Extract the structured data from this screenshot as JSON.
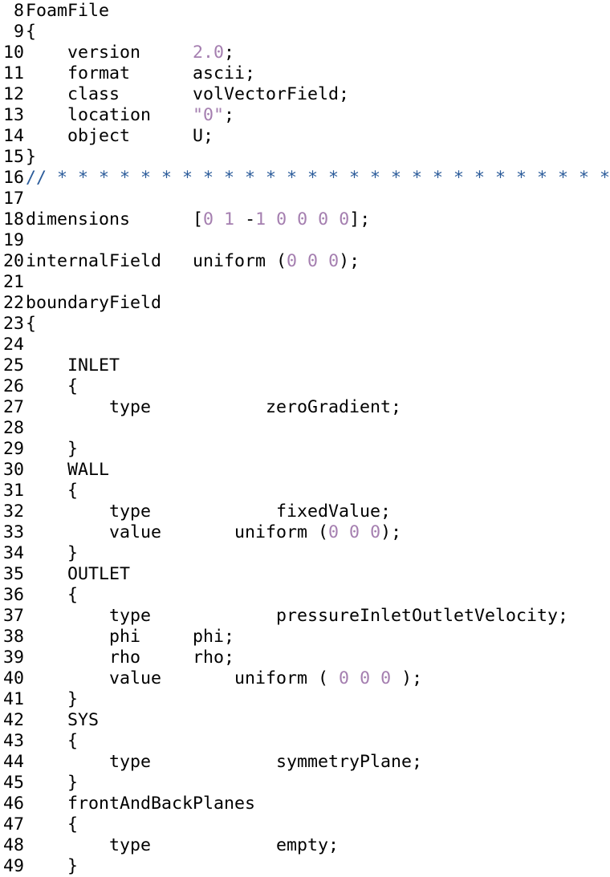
{
  "editor": {
    "lines": [
      {
        "n": "8",
        "segs": [
          {
            "t": "FoamFile",
            "c": ""
          }
        ]
      },
      {
        "n": "9",
        "segs": [
          {
            "t": "{",
            "c": ""
          }
        ]
      },
      {
        "n": "10",
        "segs": [
          {
            "t": "    version     ",
            "c": ""
          },
          {
            "t": "2.0",
            "c": "num"
          },
          {
            "t": ";",
            "c": ""
          }
        ]
      },
      {
        "n": "11",
        "segs": [
          {
            "t": "    format      ascii;",
            "c": ""
          }
        ]
      },
      {
        "n": "12",
        "segs": [
          {
            "t": "    class       volVectorField;",
            "c": ""
          }
        ]
      },
      {
        "n": "13",
        "segs": [
          {
            "t": "    location    ",
            "c": ""
          },
          {
            "t": "\"0\"",
            "c": "str"
          },
          {
            "t": ";",
            "c": ""
          }
        ]
      },
      {
        "n": "14",
        "segs": [
          {
            "t": "    object      U;",
            "c": ""
          }
        ]
      },
      {
        "n": "15",
        "segs": [
          {
            "t": "}",
            "c": ""
          }
        ]
      },
      {
        "n": "16",
        "segs": [
          {
            "t": "// * * * * * * * * * * * * * * * * * * * * * * * * * * *",
            "c": "cmt"
          }
        ]
      },
      {
        "n": "17",
        "segs": []
      },
      {
        "n": "18",
        "segs": [
          {
            "t": "dimensions      [",
            "c": ""
          },
          {
            "t": "0",
            "c": "num"
          },
          {
            "t": " ",
            "c": ""
          },
          {
            "t": "1",
            "c": "num"
          },
          {
            "t": " -",
            "c": ""
          },
          {
            "t": "1",
            "c": "num"
          },
          {
            "t": " ",
            "c": ""
          },
          {
            "t": "0",
            "c": "num"
          },
          {
            "t": " ",
            "c": ""
          },
          {
            "t": "0",
            "c": "num"
          },
          {
            "t": " ",
            "c": ""
          },
          {
            "t": "0",
            "c": "num"
          },
          {
            "t": " ",
            "c": ""
          },
          {
            "t": "0",
            "c": "num"
          },
          {
            "t": "];",
            "c": ""
          }
        ]
      },
      {
        "n": "19",
        "segs": []
      },
      {
        "n": "20",
        "segs": [
          {
            "t": "internalField   uniform (",
            "c": ""
          },
          {
            "t": "0",
            "c": "num"
          },
          {
            "t": " ",
            "c": ""
          },
          {
            "t": "0",
            "c": "num"
          },
          {
            "t": " ",
            "c": ""
          },
          {
            "t": "0",
            "c": "num"
          },
          {
            "t": ");",
            "c": ""
          }
        ]
      },
      {
        "n": "21",
        "segs": []
      },
      {
        "n": "22",
        "segs": [
          {
            "t": "boundaryField",
            "c": ""
          }
        ]
      },
      {
        "n": "23",
        "segs": [
          {
            "t": "{",
            "c": ""
          }
        ]
      },
      {
        "n": "24",
        "segs": []
      },
      {
        "n": "25",
        "segs": [
          {
            "t": "    INLET",
            "c": ""
          }
        ]
      },
      {
        "n": "26",
        "segs": [
          {
            "t": "    {",
            "c": ""
          }
        ]
      },
      {
        "n": "27",
        "segs": [
          {
            "t": "        type           zeroGradient;",
            "c": ""
          }
        ]
      },
      {
        "n": "28",
        "segs": []
      },
      {
        "n": "29",
        "segs": [
          {
            "t": "    }",
            "c": ""
          }
        ]
      },
      {
        "n": "30",
        "segs": [
          {
            "t": "    WALL",
            "c": ""
          }
        ]
      },
      {
        "n": "31",
        "segs": [
          {
            "t": "    {",
            "c": ""
          }
        ]
      },
      {
        "n": "32",
        "segs": [
          {
            "t": "        type            fixedValue;",
            "c": ""
          }
        ]
      },
      {
        "n": "33",
        "segs": [
          {
            "t": "        value       uniform (",
            "c": ""
          },
          {
            "t": "0",
            "c": "num"
          },
          {
            "t": " ",
            "c": ""
          },
          {
            "t": "0",
            "c": "num"
          },
          {
            "t": " ",
            "c": ""
          },
          {
            "t": "0",
            "c": "num"
          },
          {
            "t": ");",
            "c": ""
          }
        ]
      },
      {
        "n": "34",
        "segs": [
          {
            "t": "    }",
            "c": ""
          }
        ]
      },
      {
        "n": "35",
        "segs": [
          {
            "t": "    OUTLET",
            "c": ""
          }
        ]
      },
      {
        "n": "36",
        "segs": [
          {
            "t": "    {",
            "c": ""
          }
        ]
      },
      {
        "n": "37",
        "segs": [
          {
            "t": "        type            pressureInletOutletVelocity;",
            "c": ""
          }
        ]
      },
      {
        "n": "38",
        "segs": [
          {
            "t": "        phi     phi;",
            "c": ""
          }
        ]
      },
      {
        "n": "39",
        "segs": [
          {
            "t": "        rho     rho;",
            "c": ""
          }
        ]
      },
      {
        "n": "40",
        "segs": [
          {
            "t": "        value       uniform ( ",
            "c": ""
          },
          {
            "t": "0",
            "c": "num"
          },
          {
            "t": " ",
            "c": ""
          },
          {
            "t": "0",
            "c": "num"
          },
          {
            "t": " ",
            "c": ""
          },
          {
            "t": "0",
            "c": "num"
          },
          {
            "t": " );",
            "c": ""
          }
        ]
      },
      {
        "n": "41",
        "segs": [
          {
            "t": "    }",
            "c": ""
          }
        ]
      },
      {
        "n": "42",
        "segs": [
          {
            "t": "    SYS",
            "c": ""
          }
        ]
      },
      {
        "n": "43",
        "segs": [
          {
            "t": "    {",
            "c": ""
          }
        ]
      },
      {
        "n": "44",
        "segs": [
          {
            "t": "        type            symmetryPlane;",
            "c": ""
          }
        ]
      },
      {
        "n": "45",
        "segs": [
          {
            "t": "    }",
            "c": ""
          }
        ]
      },
      {
        "n": "46",
        "segs": [
          {
            "t": "    frontAndBackPlanes",
            "c": ""
          }
        ]
      },
      {
        "n": "47",
        "segs": [
          {
            "t": "    {",
            "c": ""
          }
        ]
      },
      {
        "n": "48",
        "segs": [
          {
            "t": "        type            empty;",
            "c": ""
          }
        ]
      },
      {
        "n": "49",
        "segs": [
          {
            "t": "    }",
            "c": ""
          }
        ]
      }
    ]
  }
}
